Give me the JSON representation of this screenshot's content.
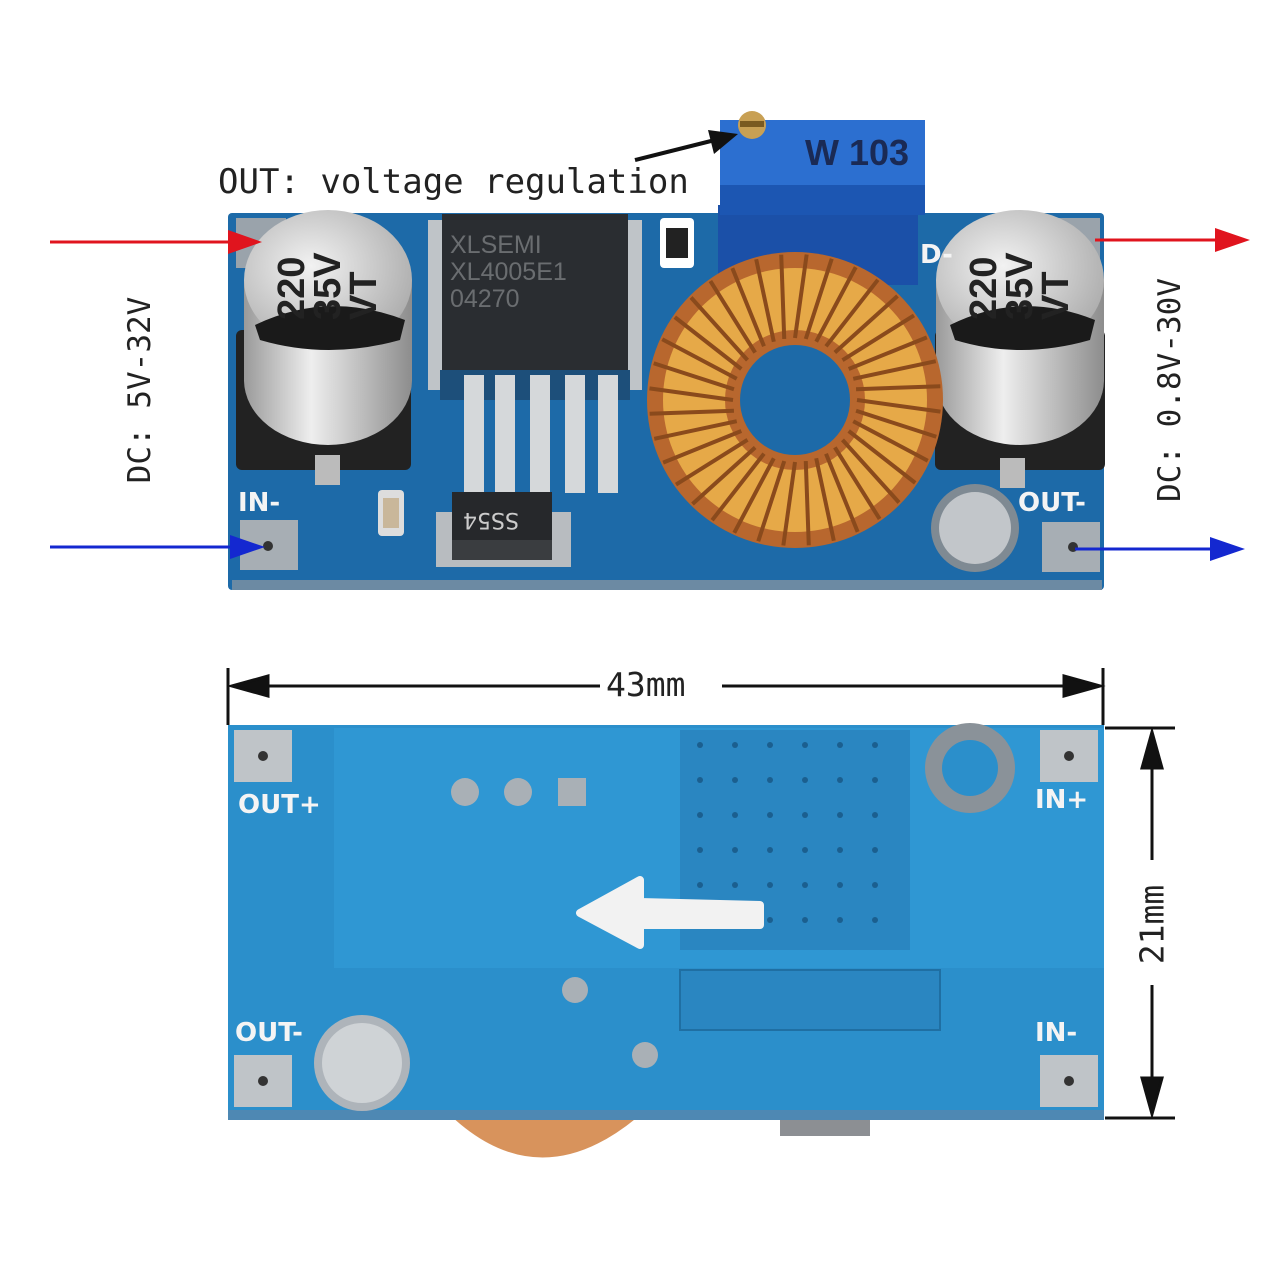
{
  "annotations": {
    "adjust_label": "OUT: voltage regulation",
    "input_range": "DC: 5V-32V",
    "output_range": "DC: 0.8V-30V",
    "width_dim": "43mm",
    "height_dim": "21mm"
  },
  "top_board": {
    "ic_lines": [
      "XLSEMI",
      "XL4005E1",
      "04270"
    ],
    "pot_marking": "W 103",
    "cap_left": [
      "220",
      "35V",
      "VT"
    ],
    "cap_right": [
      "220",
      "35V",
      "VT"
    ],
    "diode_marking": "SS54",
    "label_in_minus": "IN-",
    "label_out_minus": "OUT-",
    "label_out_plus_partial": "D-"
  },
  "bottom_board": {
    "label_out_plus": "OUT+",
    "label_in_plus": "IN+",
    "label_out_minus": "OUT-",
    "label_in_minus": "IN-"
  },
  "colors": {
    "input_positive": "#e0141e",
    "input_negative": "#1428d0",
    "pcb_top": "#1d6aa8",
    "pcb_bottom": "#2b8fcb"
  }
}
